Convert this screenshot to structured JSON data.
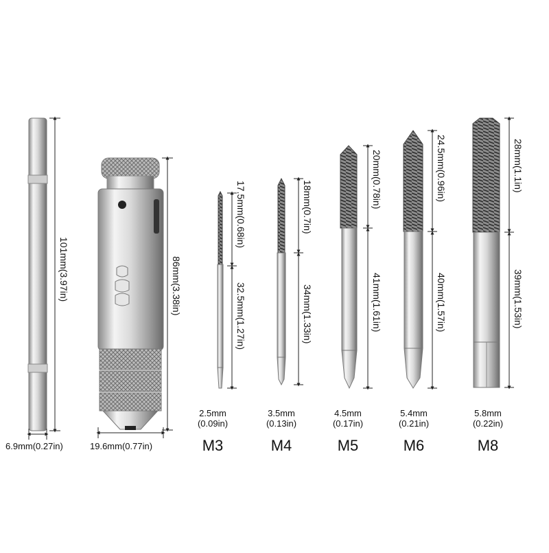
{
  "extension_bar": {
    "length": "101mm(3.97in)",
    "diameter": "6.9mm(0.27in)"
  },
  "wrench": {
    "length": "86mm(3.38in)",
    "diameter": "19.6mm(0.77in)"
  },
  "taps": [
    {
      "model": "M3",
      "size_mm": "2.5mm",
      "size_in": "(0.09in)",
      "thread_len": "17.5mm(0.68in)",
      "shank_len": "32.5mm(1.27in)"
    },
    {
      "model": "M4",
      "size_mm": "3.5mm",
      "size_in": "(0.13in)",
      "thread_len": "18mm(0.7in)",
      "shank_len": "34mm(1.33in)"
    },
    {
      "model": "M5",
      "size_mm": "4.5mm",
      "size_in": "(0.17in)",
      "thread_len": "20mm(0.78in)",
      "shank_len": "41mm(1.61in)"
    },
    {
      "model": "M6",
      "size_mm": "5.4mm",
      "size_in": "(0.21in)",
      "thread_len": "24.5mm(0.96in)",
      "shank_len": "40mm(1.57in)"
    },
    {
      "model": "M8",
      "size_mm": "5.8mm",
      "size_in": "(0.22in)",
      "thread_len": "28mm(1.1in)",
      "shank_len": "39mm(1.53in)"
    }
  ],
  "colors": {
    "metal_light": "#f2f2f2",
    "metal_mid": "#b9b9b9",
    "metal_dark": "#5a5a5a",
    "line": "#222222"
  }
}
